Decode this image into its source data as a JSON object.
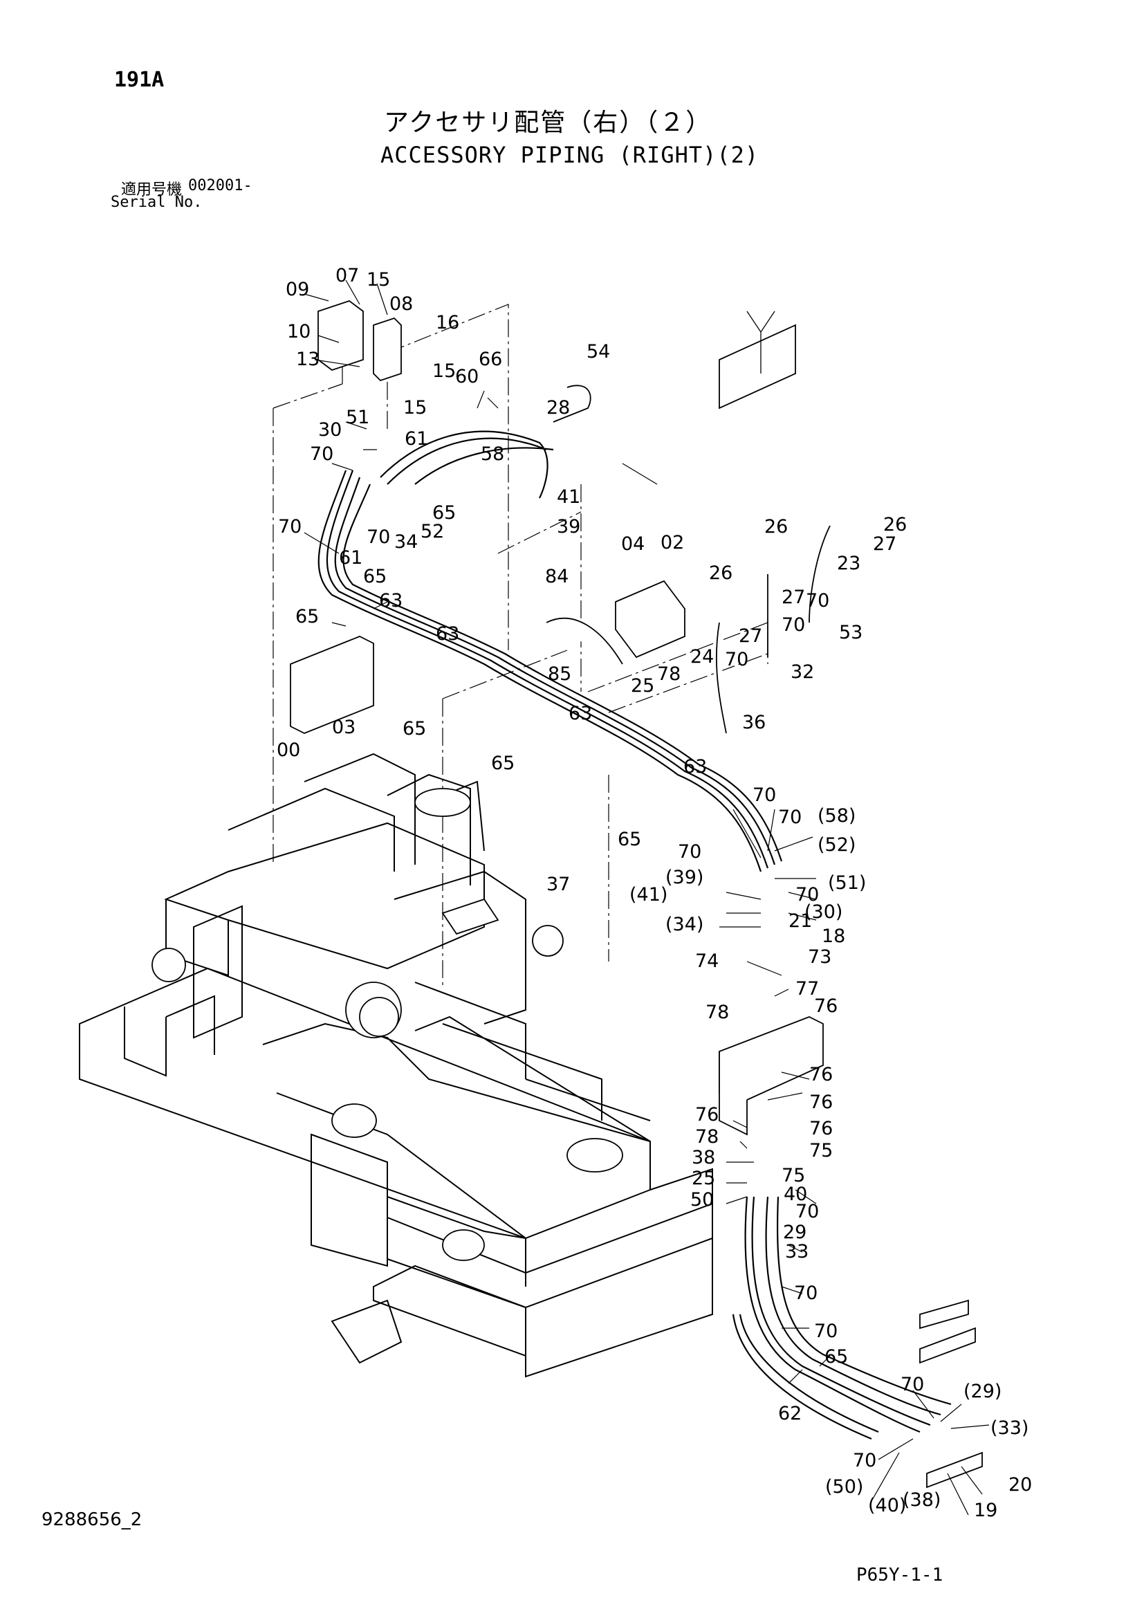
{
  "header": {
    "page_number": "191A",
    "title_jp": "アクセサリ配管（右）（２）",
    "title_en": "ACCESSORY PIPING (RIGHT)(2)",
    "serial_label_jp": "適用号機",
    "serial_value": "002001-",
    "serial_label_en": "Serial No."
  },
  "footer": {
    "doc_code": "9288656_2",
    "page_code": "P65Y-1-1"
  },
  "callouts": [
    "09",
    "07",
    "15",
    "08",
    "10",
    "16",
    "13",
    "15",
    "15",
    "66",
    "60",
    "54",
    "28",
    "51",
    "30",
    "61",
    "58",
    "70",
    "41",
    "65",
    "70",
    "34",
    "52",
    "39",
    "70",
    "61",
    "65",
    "26",
    "26",
    "27",
    "23",
    "04",
    "02",
    "26",
    "27",
    "70",
    "27",
    "70",
    "53",
    "84",
    "63",
    "65",
    "63",
    "85",
    "25",
    "78",
    "24",
    "70",
    "32",
    "36",
    "00",
    "03",
    "65",
    "63",
    "65",
    "63",
    "70",
    "70",
    "(58)",
    "65",
    "(52)",
    "70",
    "(39)",
    "(51)",
    "70",
    "(41)",
    "(30)",
    "37",
    "(34)",
    "21",
    "18",
    "74",
    "73",
    "77",
    "76",
    "78",
    "76",
    "76",
    "76",
    "76",
    "78",
    "75",
    "38",
    "75",
    "25",
    "40",
    "50",
    "70",
    "29",
    "33",
    "70",
    "70",
    "65",
    "(29)",
    "70",
    "62",
    "(33)",
    "70",
    "20",
    "(50)",
    "(40)",
    "(38)",
    "19"
  ]
}
